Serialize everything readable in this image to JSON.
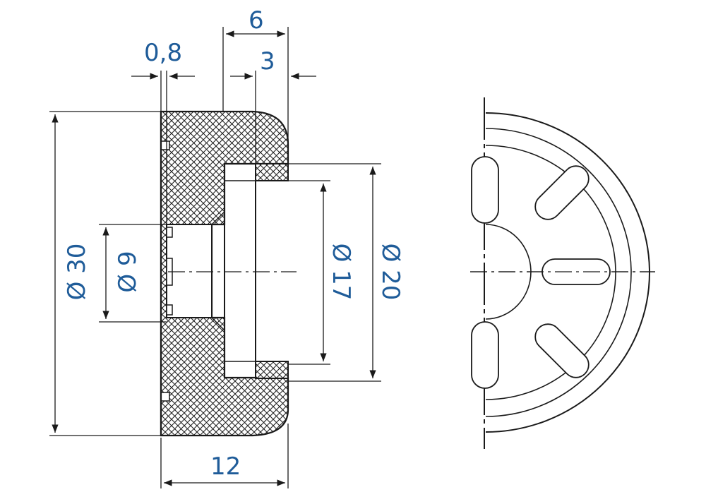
{
  "colors": {
    "line": "#1a1a1a",
    "dimension_text": "#1f5c99",
    "hatch": "#222222",
    "background": "#ffffff"
  },
  "dimensions": {
    "flange_thickness": "0,8",
    "recess_depth": "6",
    "inner_step": "3",
    "overall_diameter": "Ø 30",
    "bore_diameter": "Ø 9",
    "inner_diameter_small": "Ø 17",
    "inner_diameter_large": "Ø 20",
    "overall_length": "12"
  }
}
